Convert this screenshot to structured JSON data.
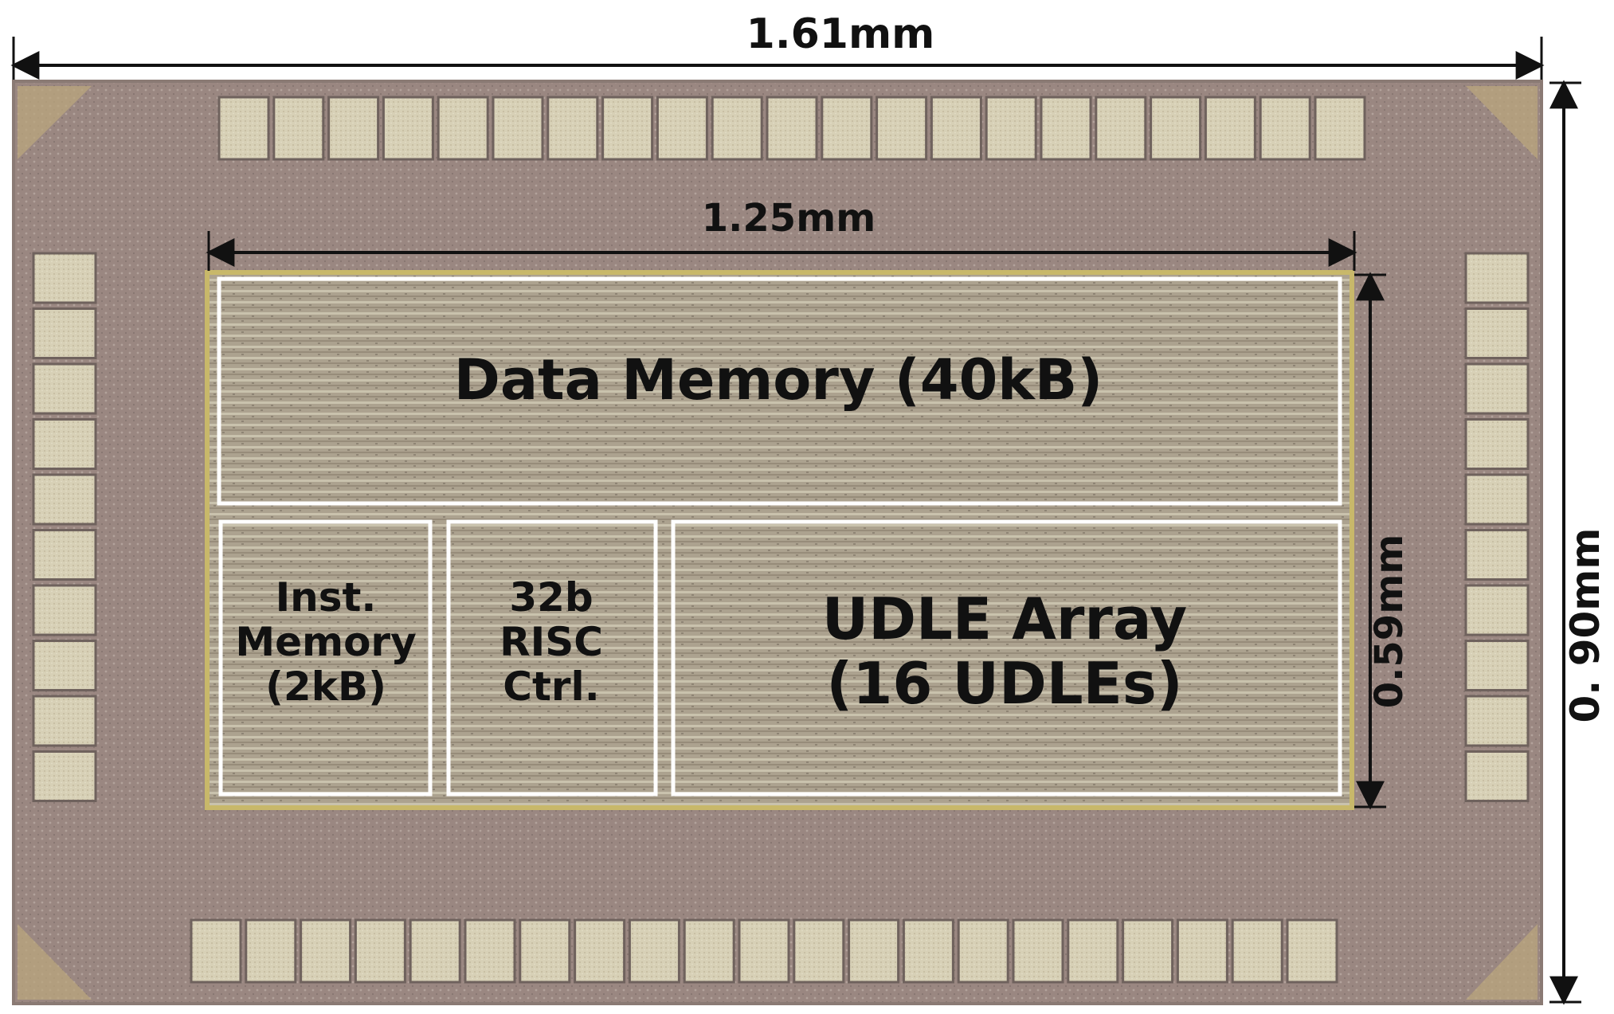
{
  "dimensions": {
    "chip_width": "1.61mm",
    "chip_height": "0. 90mm",
    "core_width": "1.25mm",
    "core_height": "0.59mm"
  },
  "blocks": {
    "data_memory": "Data Memory (40kB)",
    "inst_memory": [
      "Inst.",
      "Memory",
      "(2kB)"
    ],
    "risc_ctrl": [
      "32b",
      "RISC",
      "Ctrl."
    ],
    "udle_array": [
      "UDLE Array",
      "(16 UDLEs)"
    ]
  },
  "colors": {
    "die_background": "#9a8781",
    "core_fill": "#aca28f",
    "pad": "#d7d0b6",
    "block_outline": "#ffffff",
    "dimension_line": "#111111"
  }
}
